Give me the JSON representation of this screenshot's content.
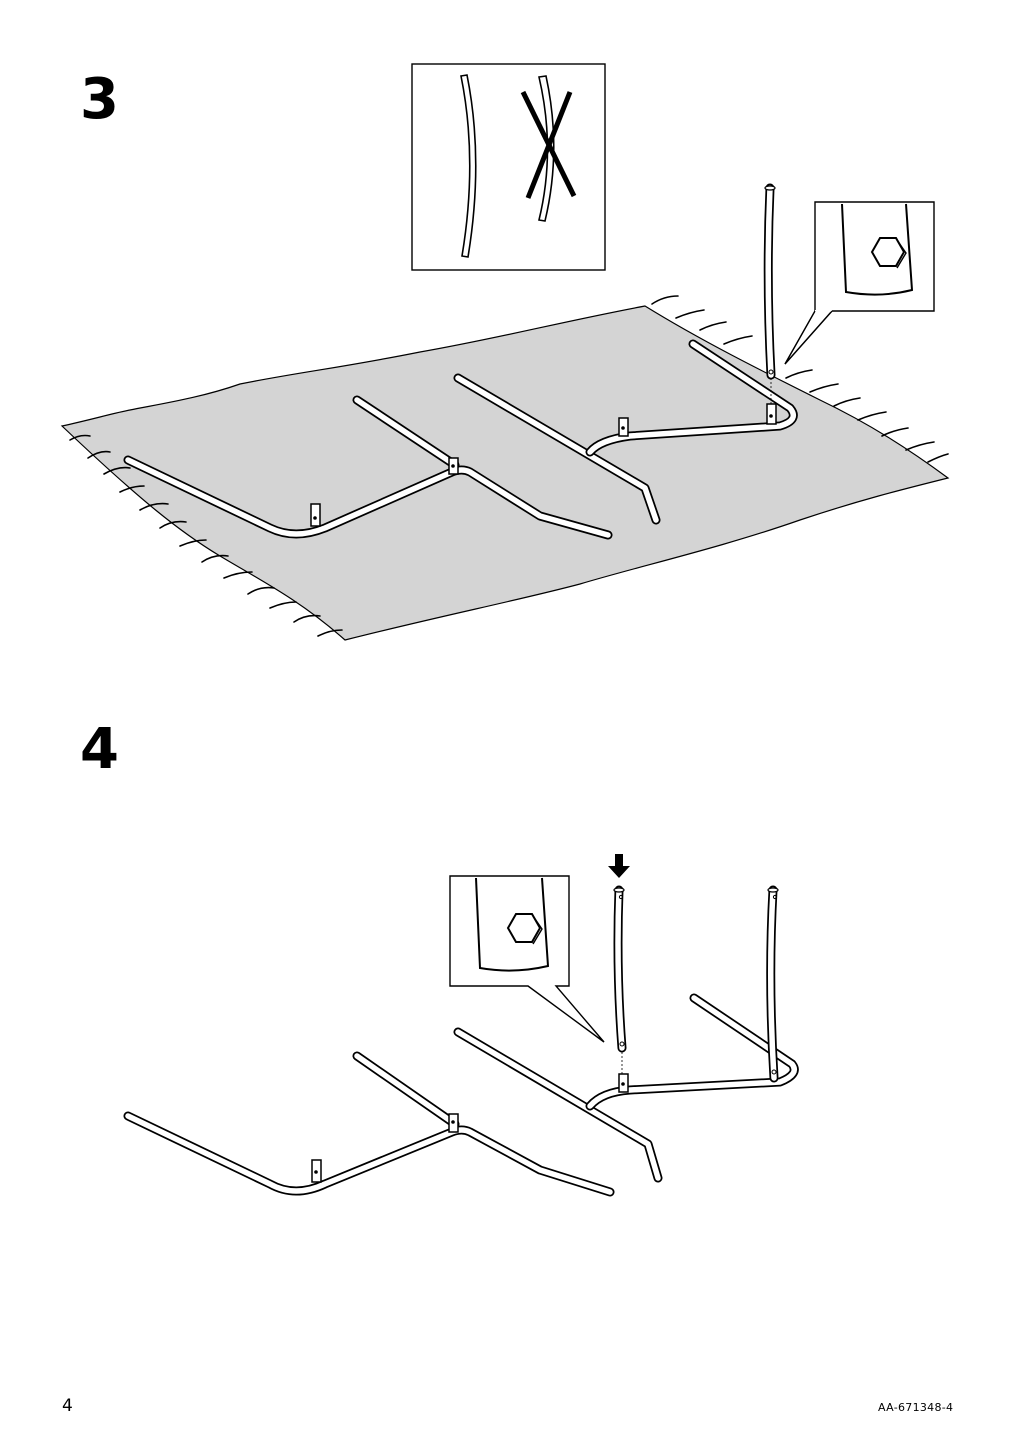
{
  "steps": [
    {
      "number": "3",
      "inset_top": {
        "icons": [
          "correct-tube-icon",
          "incorrect-tube-icon"
        ]
      },
      "inset_detail": {
        "icons": [
          "hex-key-icon"
        ]
      }
    },
    {
      "number": "4",
      "inset_detail": {
        "icons": [
          "hex-key-icon"
        ]
      },
      "indicator": "down-arrow-icon"
    }
  ],
  "footer": {
    "page_number": "4",
    "document_code": "AA-671348-4"
  },
  "colors": {
    "line": "#000000",
    "floor_mat": "#d4d4d4",
    "background": "#ffffff"
  }
}
